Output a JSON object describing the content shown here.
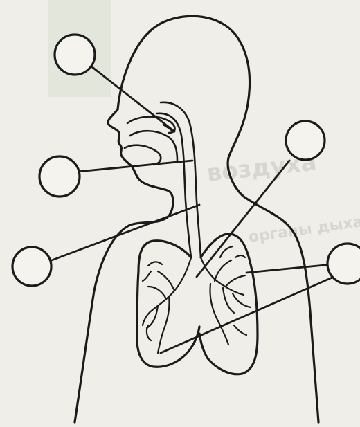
{
  "diagram": {
    "type": "respiratory-system-worksheet",
    "label_slots": [
      {
        "id": "slot-nasal-cavity",
        "text": ""
      },
      {
        "id": "slot-pharynx",
        "text": ""
      },
      {
        "id": "slot-trachea",
        "text": ""
      },
      {
        "id": "slot-bronchi",
        "text": ""
      },
      {
        "id": "slot-lungs",
        "text": ""
      }
    ],
    "show_through_text": {
      "line1": "воздуха",
      "line2": "органы дыхания"
    }
  }
}
